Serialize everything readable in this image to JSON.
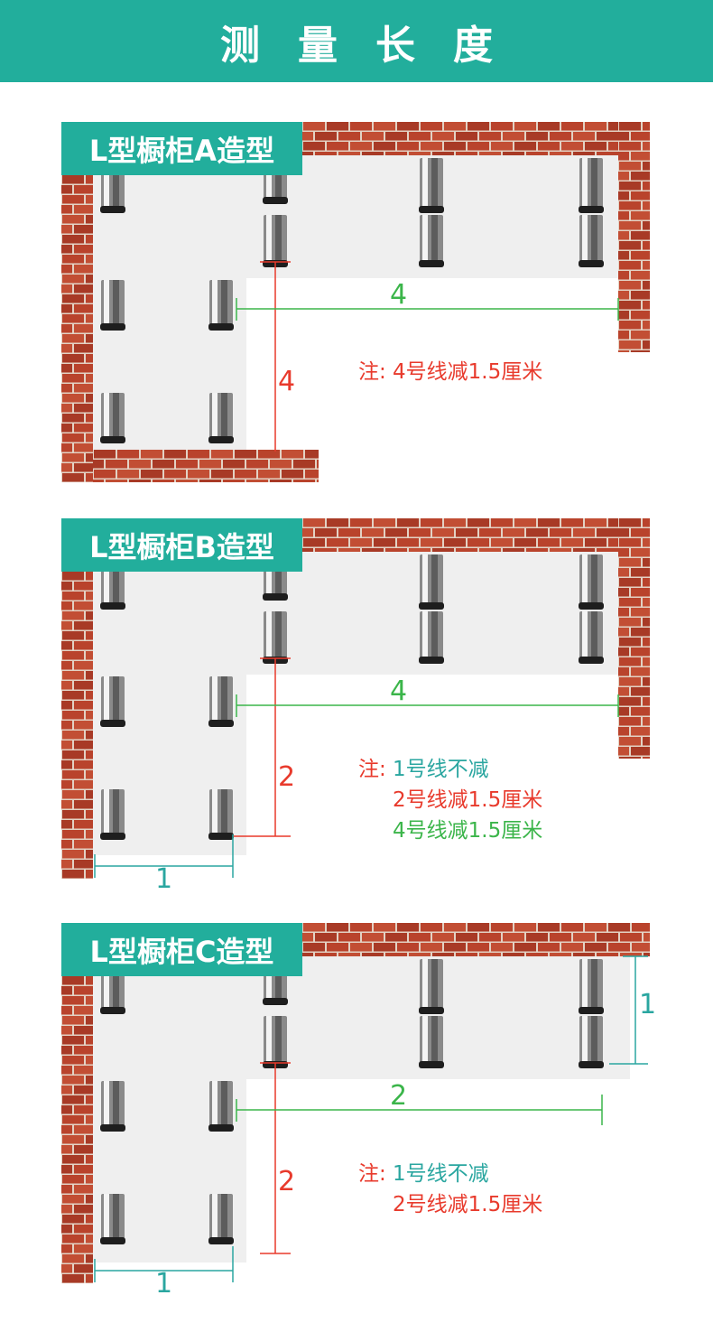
{
  "header": {
    "title": "测量长度"
  },
  "colors": {
    "brand": "#22ae9c",
    "brick": "#b9432c",
    "mortar": "#e3d2c4",
    "floor": "#efefef",
    "red_dim": "#e83a2c",
    "green_dim": "#3bb54a",
    "teal_dim": "#2aa6a0"
  },
  "sections": [
    {
      "label": "L型橱柜A造型",
      "dims": {
        "red": "4",
        "green": "4"
      },
      "note": {
        "prefix": "注:",
        "lines": [
          "4号线减1.5厘米"
        ]
      }
    },
    {
      "label": "L型橱柜B造型",
      "dims": {
        "red": "2",
        "green": "4",
        "teal_bottom": "1"
      },
      "note": {
        "prefix": "注:",
        "lines": [
          "1号线不减",
          "2号线减1.5厘米",
          "4号线减1.5厘米"
        ]
      }
    },
    {
      "label": "L型橱柜C造型",
      "dims": {
        "red": "2",
        "green": "2",
        "teal_bottom": "1",
        "teal_right": "1"
      },
      "note": {
        "prefix": "注:",
        "lines": [
          "1号线不减",
          "2号线减1.5厘米"
        ]
      }
    }
  ]
}
